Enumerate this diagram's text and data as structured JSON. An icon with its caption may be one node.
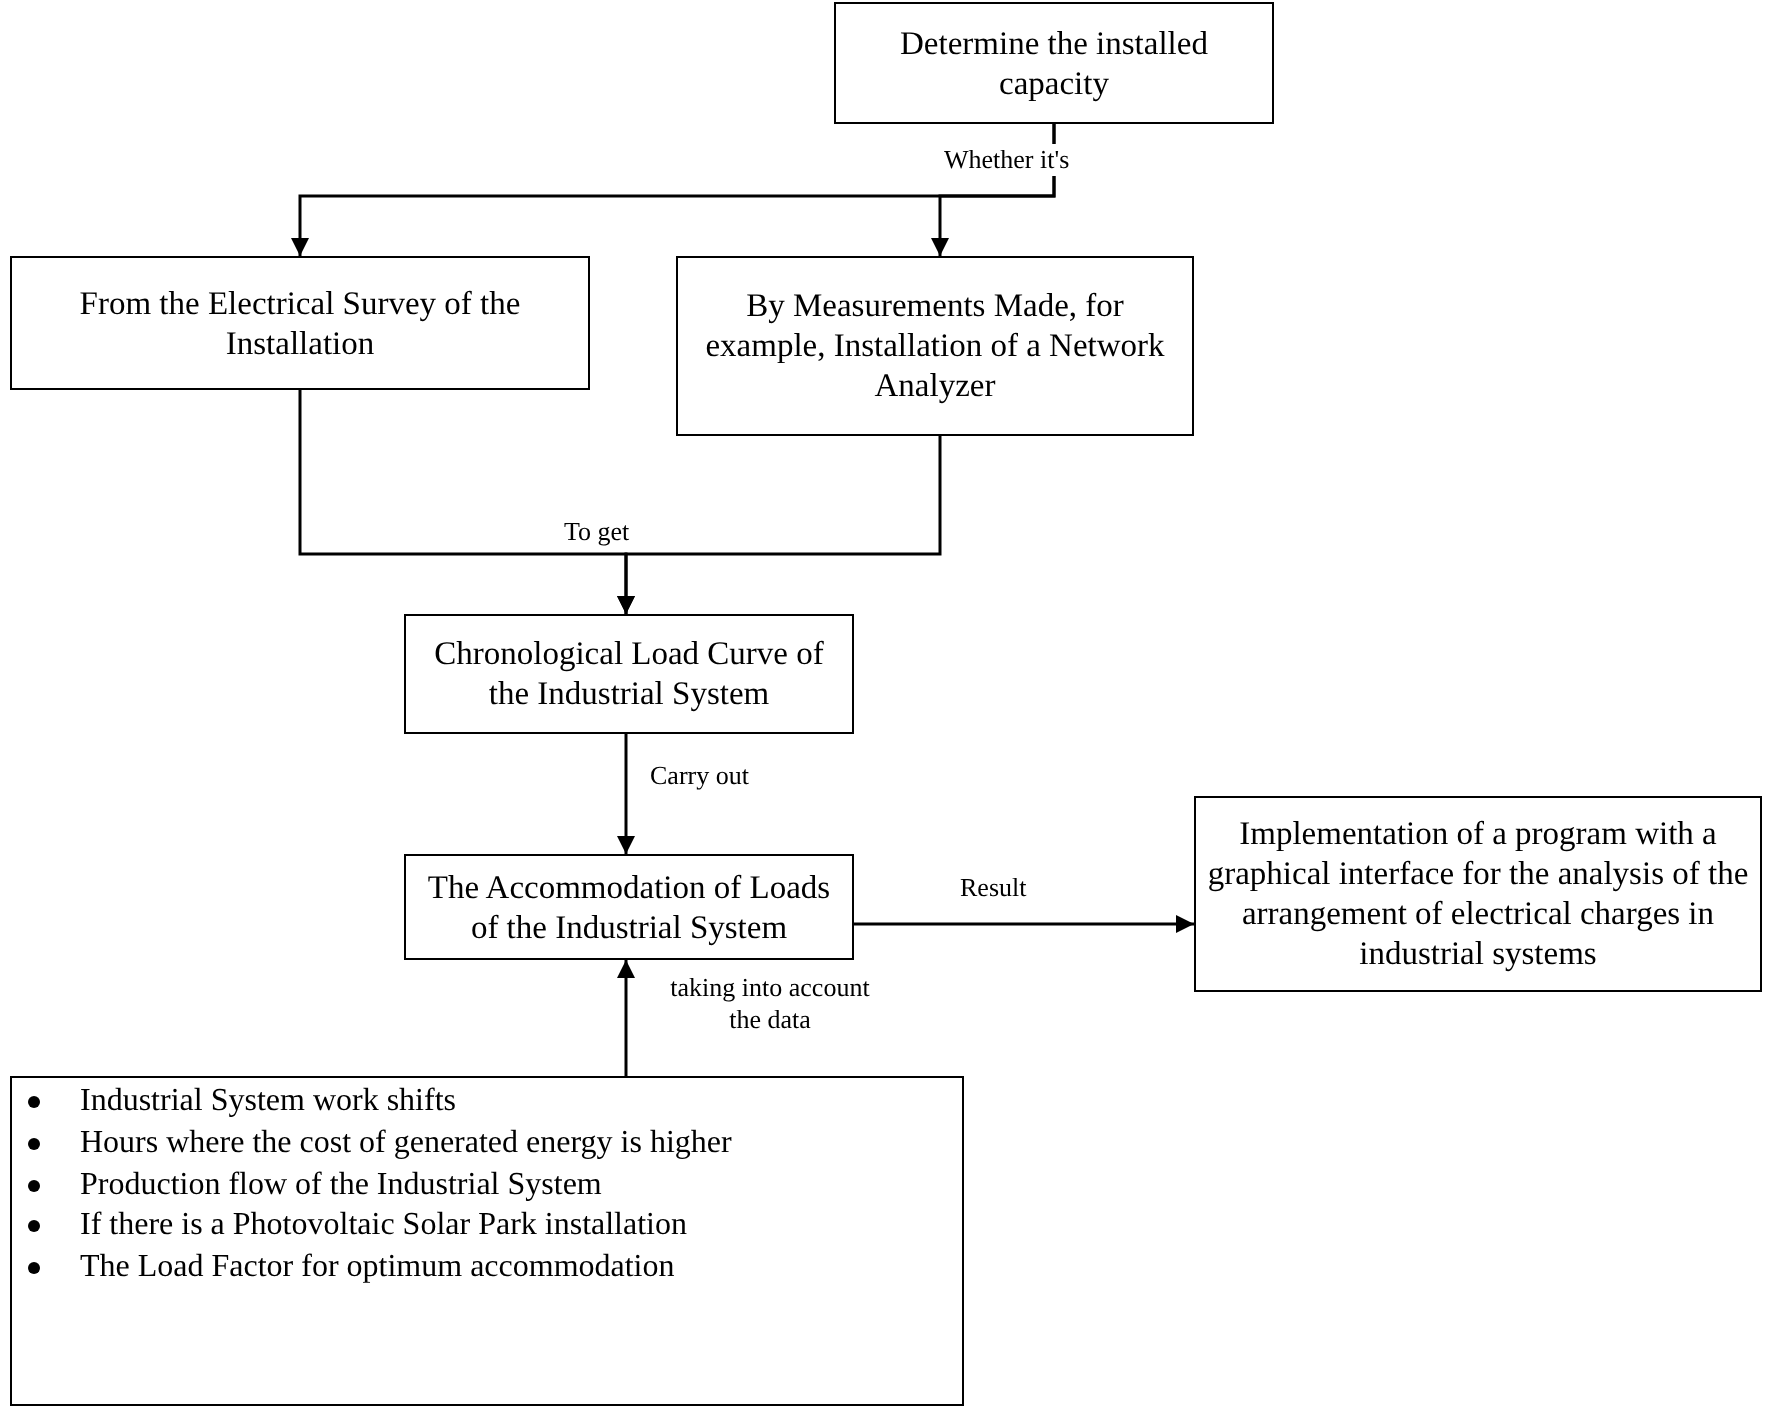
{
  "diagram": {
    "nodes": [
      {
        "text": [
          "Determine the installed capacity"
        ]
      },
      {
        "text": [
          "From the Electrical Survey of the Installation"
        ]
      },
      {
        "text": [
          "By Measurements Made, for example, Installation of a Network Analyzer"
        ]
      },
      {
        "text": [
          "Chronological Load Curve of the Industrial System"
        ]
      },
      {
        "text": [
          "The Accommodation of Loads of the Industrial System"
        ]
      },
      {
        "text": [
          "Implementation of a program with a graphical interface for the analysis of the arrangement of electrical charges in industrial systems"
        ]
      },
      {
        "text": [
          "Industrial System work shifts",
          "Hours where the cost of generated energy is higher",
          "Production flow of the Industrial System",
          "If there is a Photovoltaic Solar Park installation",
          "The Load Factor for optimum accommodation"
        ]
      }
    ],
    "edges": [
      {
        "from": 0,
        "to": 1,
        "arrow": "to",
        "label": "Whether it's"
      },
      {
        "from": 0,
        "to": 2,
        "arrow": "to"
      },
      {
        "from": 1,
        "to": 3,
        "arrow": "to",
        "label": "To get"
      },
      {
        "from": 2,
        "to": 3,
        "arrow": "to"
      },
      {
        "from": 3,
        "to": 4,
        "arrow": "to",
        "label": "Carry out"
      },
      {
        "from": 4,
        "to": 5,
        "arrow": "to",
        "label": "Result"
      },
      {
        "from": 6,
        "to": 4,
        "arrow": "to",
        "label": "taking into account the data"
      }
    ]
  }
}
